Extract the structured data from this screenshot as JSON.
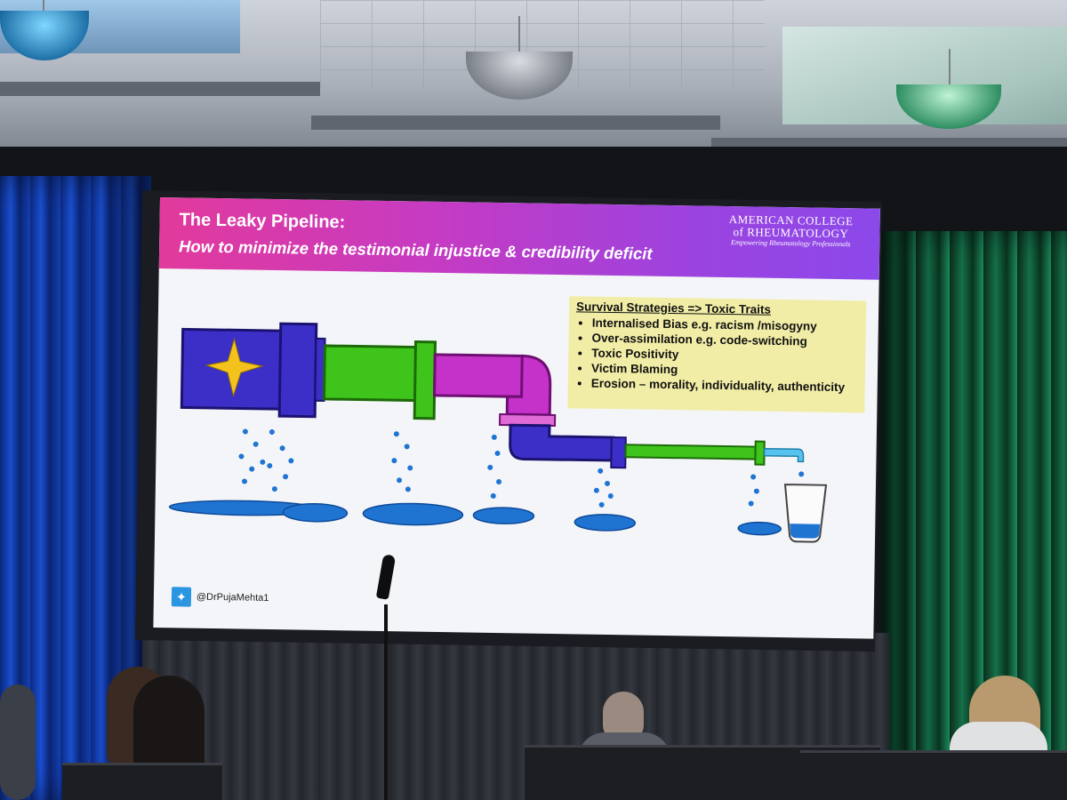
{
  "slide": {
    "title": "The Leaky Pipeline:",
    "subtitle": "How to minimize the testimonial injustice & credibility deficit",
    "logo": {
      "line1": "AMERICAN COLLEGE",
      "line2": "of RHEUMATOLOGY",
      "tagline": "Empowering Rheumatology Professionals"
    },
    "strategies": {
      "heading": "Survival Strategies => Toxic Traits",
      "items": [
        "Internalised Bias e.g. racism /misogyny",
        "Over-assimilation e.g. code-switching",
        "Toxic Positivity",
        "Victim Blaming",
        "Erosion – morality, individuality, authenticity"
      ]
    },
    "twitter_handle": "@DrPujaMehta1",
    "colors": {
      "header_start": "#e23a9c",
      "header_end": "#8c49ea",
      "pipe_blue": "#3b2fc8",
      "pipe_green": "#3ec41a",
      "pipe_magenta": "#c532c9",
      "water": "#1f74d2",
      "strategy_box": "#f1eda6"
    }
  }
}
